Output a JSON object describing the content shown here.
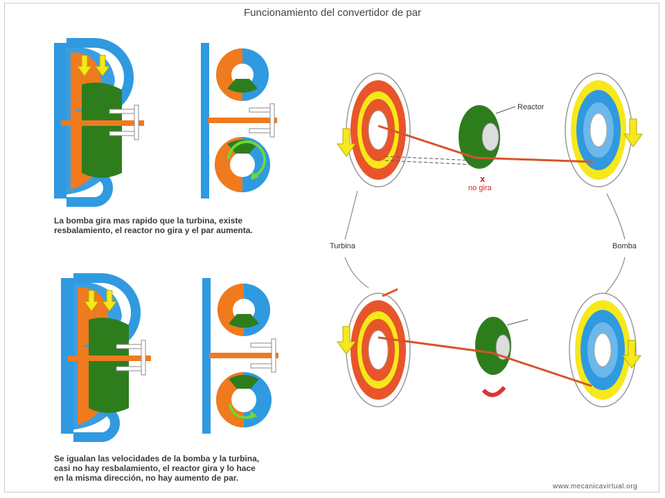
{
  "title": "Funcionamiento del convertidor de par",
  "captions": {
    "top": "La bomba gira mas rapido que la turbina, existe\nresbalamiento, el reactor no gira y el par aumenta.",
    "bottom": "Se igualan las velocidades de la bomba y la turbina,\ncasi no hay resbalamiento, el reactor gira y lo hace\nen la misma dirección, no hay aumento de par."
  },
  "labels": {
    "reactor": "Reactor",
    "x_mark": "x",
    "no_gira": "no gira",
    "turbina": "Turbina",
    "bomba": "Bomba"
  },
  "watermark": "www.mecanicavirtual.org",
  "colors": {
    "pump_blue": "#2f9ae0",
    "turbine_orange": "#f07a1e",
    "reactor_green": "#2e7d1d",
    "arrow_yellow": "#f6e81a",
    "link_red": "#d6542a",
    "red_text": "#d21f1f"
  }
}
